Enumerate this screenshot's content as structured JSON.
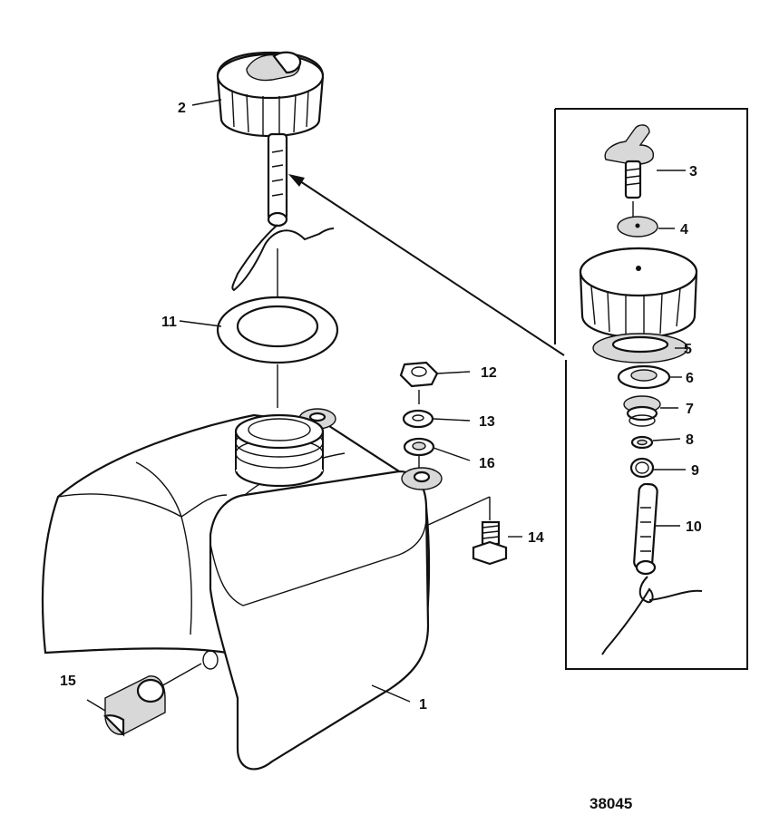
{
  "drawing_number": "38045",
  "callouts": [
    "1",
    "2",
    "3",
    "4",
    "5",
    "6",
    "7",
    "8",
    "9",
    "10",
    "11",
    "12",
    "13",
    "14",
    "15",
    "16"
  ]
}
